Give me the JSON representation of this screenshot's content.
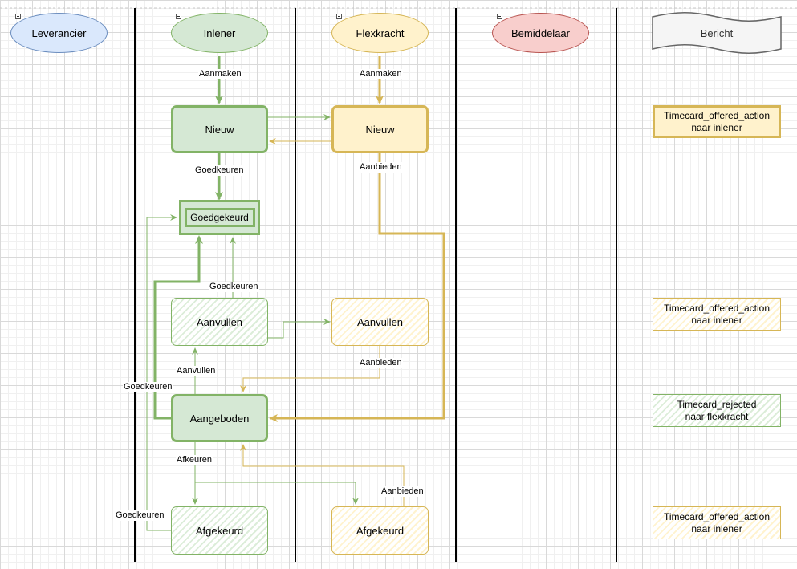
{
  "lanes": {
    "leverancier": "Leverancier",
    "inlener": "Inlener",
    "flexkracht": "Flexkracht",
    "bemiddelaar": "Bemiddelaar",
    "bericht": "Bericht"
  },
  "states": {
    "inlener_nieuw": "Nieuw",
    "flex_nieuw": "Nieuw",
    "goedgekeurd": "Goedgekeurd",
    "inlener_aanvullen": "Aanvullen",
    "flex_aanvullen": "Aanvullen",
    "aangeboden": "Aangeboden",
    "inlener_afgekeurd": "Afgekeurd",
    "flex_afgekeurd": "Afgekeurd"
  },
  "messages": {
    "m1": {
      "line1": "Timecard_offered_action",
      "line2": "naar inlener"
    },
    "m2": {
      "line1": "Timecard_offered_action",
      "line2": "naar inlener"
    },
    "m3": {
      "line1": "Timecard_rejected",
      "line2": "naar flexkracht"
    },
    "m4": {
      "line1": "Timecard_offered_action",
      "line2": "naar inlener"
    }
  },
  "edge_labels": {
    "aanmaken_inlener": "Aanmaken",
    "aanmaken_flex": "Aanmaken",
    "goedkeuren_nieuw": "Goedkeuren",
    "aanbieden_flex_nieuw": "Aanbieden",
    "goedkeuren_aanvullen": "Goedkeuren",
    "aanbieden_flex_aanvullen": "Aanbieden",
    "aanvullen": "Aanvullen",
    "goedkeuren_aangeboden": "Goedkeuren",
    "afkeuren": "Afkeuren",
    "aanbieden_flex_afgekeurd": "Aanbieden",
    "goedkeuren_afgekeurd": "Goedkeuren"
  },
  "colors": {
    "green_stroke": "#82b366",
    "green_fill": "#d5e8d4",
    "yellow_stroke": "#d6b656",
    "yellow_fill": "#fff2cc",
    "blue_fill": "#dae8fc",
    "blue_stroke": "#6c8ebf",
    "red_fill": "#f8cecc",
    "red_stroke": "#b85450"
  }
}
